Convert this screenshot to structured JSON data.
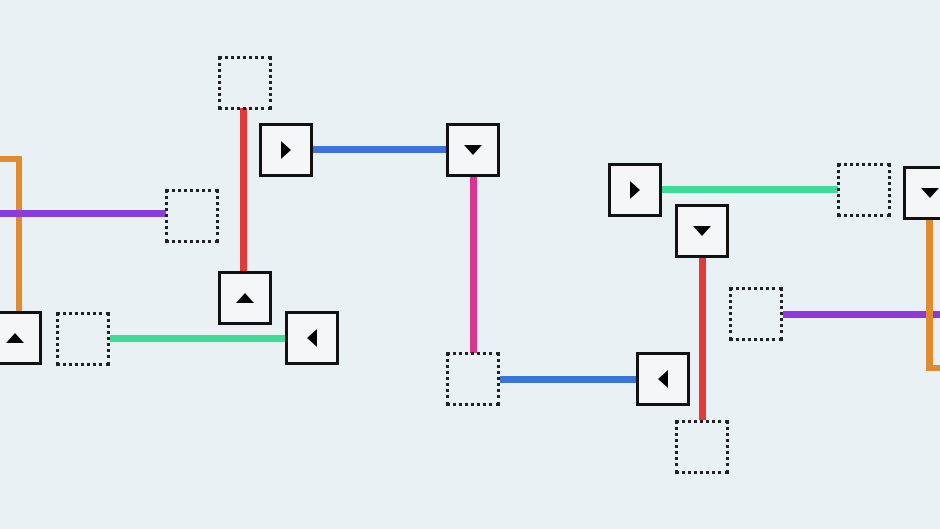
{
  "board": {
    "background": "#e9f1f4",
    "wire_colors": {
      "orange": "#e28a30",
      "purple": "#8a3bde",
      "red": "#e23a3a",
      "blue": "#3a74de",
      "magenta": "#d9378f",
      "green": "#3ddc97"
    },
    "tile_border": "#111111",
    "tile_fill": "#f4f6f7",
    "arrow_color": "#000000"
  },
  "pieces": [
    {
      "kind": "tile",
      "arrow": "up",
      "icon": "triangle-up-icon"
    },
    {
      "kind": "tile",
      "arrow": "right",
      "icon": "triangle-right-icon"
    },
    {
      "kind": "tile",
      "arrow": "down",
      "icon": "triangle-down-icon"
    },
    {
      "kind": "tile",
      "arrow": "up",
      "icon": "triangle-up-icon"
    },
    {
      "kind": "tile",
      "arrow": "left",
      "icon": "triangle-left-icon"
    },
    {
      "kind": "tile",
      "arrow": "left",
      "icon": "triangle-left-icon"
    },
    {
      "kind": "tile",
      "arrow": "right",
      "icon": "triangle-right-icon"
    },
    {
      "kind": "tile",
      "arrow": "down",
      "icon": "triangle-down-icon"
    },
    {
      "kind": "tile",
      "arrow": "down",
      "icon": "triangle-down-icon"
    },
    {
      "kind": "target"
    },
    {
      "kind": "target"
    },
    {
      "kind": "target"
    },
    {
      "kind": "target"
    },
    {
      "kind": "target"
    },
    {
      "kind": "target"
    },
    {
      "kind": "target"
    }
  ]
}
